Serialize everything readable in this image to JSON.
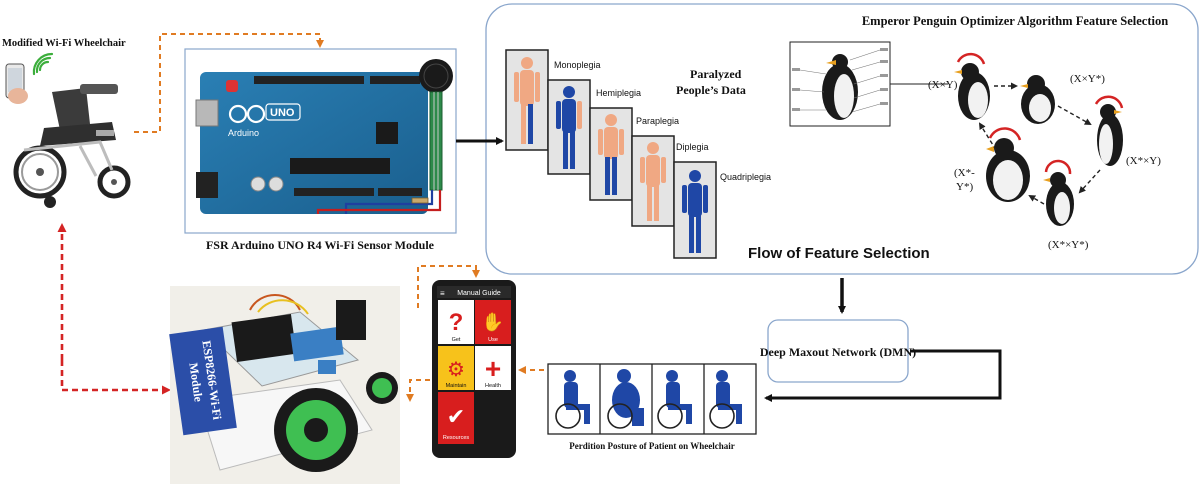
{
  "wheelchair": {
    "title": "Modified Wi-Fi Wheelchair"
  },
  "arduino": {
    "caption": "FSR Arduino UNO R4 Wi-Fi Sensor Module",
    "board_brand": "Arduino",
    "board_model": "UNO"
  },
  "paralysis": {
    "title_line1": "Paralyzed",
    "title_line2": "People’s Data",
    "types": [
      "Monoplegia",
      "Hemiplegia",
      "Paraplegia",
      "Diplegia",
      "Quadriplegia"
    ]
  },
  "epo": {
    "title": "Emperor Penguin Optimizer Algorithm  Feature Selection",
    "coords": {
      "xy": "(X×Y)",
      "xystar": "(X×Y*)",
      "xstar_y": "(X*×Y)",
      "xstar_ystar": "(X*×Y*)",
      "xstar_minus_line1": "(X*-",
      "xstar_minus_line2": "Y*)"
    }
  },
  "flow": {
    "label": "Flow of Feature Selection"
  },
  "dmn": {
    "label": "Deep Maxout Network (DMN)"
  },
  "esp": {
    "label_line1": "ESP8266-Wi-Fi",
    "label_line2": "Module"
  },
  "app": {
    "header": "Manual Guide",
    "tiles": [
      {
        "label": "Get",
        "glyph": "?"
      },
      {
        "label": "Use",
        "glyph": "✋"
      },
      {
        "label": "Maintain",
        "glyph": "⚙"
      },
      {
        "label": "Health",
        "glyph": "+"
      },
      {
        "label": "Resources",
        "glyph": "✔"
      }
    ]
  },
  "posture": {
    "caption": "Perdition Posture of Patient on Wheelchair"
  },
  "colors": {
    "orange_dash": "#e07b22",
    "red_dash": "#d42424",
    "flow_box_border": "#8aa6cc",
    "body_blue": "#1f47a6",
    "body_skin": "#f0a883",
    "app_red": "#d81e1e",
    "app_yellow": "#f7c21b"
  }
}
